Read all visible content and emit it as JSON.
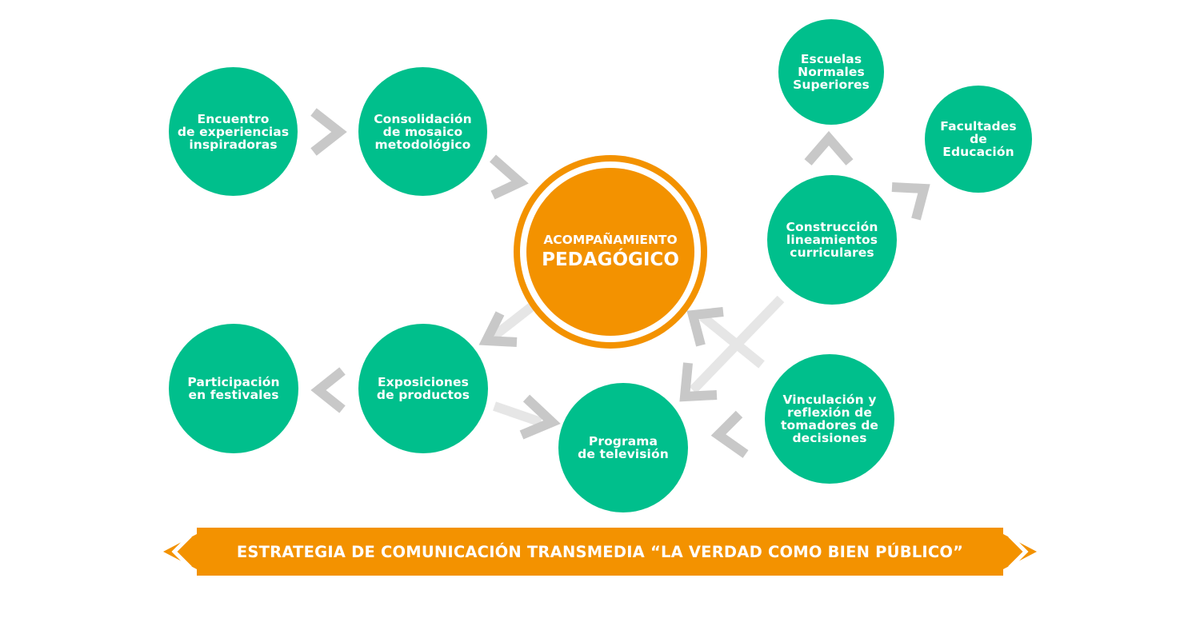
{
  "colors": {
    "node_fill": "#00BF8C",
    "center_fill": "#F39200",
    "banner_fill": "#F39200",
    "arrow_gray": "#C8C8C8",
    "arrow_light": "#E6E6E6",
    "text": "#FFFFFF"
  },
  "center": {
    "line1": "ACOMPAÑAMIENTO",
    "line2": "PEDAGÓGICO"
  },
  "nodes": {
    "encuentro": "Encuentro\nde experiencias\ninspiradoras",
    "consolidacion": "Consolidación\nde mosaico\nmetodológico",
    "escuelas": "Escuelas\nNormales\nSuperiores",
    "facultades": "Facultades\nde\nEducación",
    "construccion": "Construcción\nlineamientos\ncurriculares",
    "participacion": "Participación\nen festivales",
    "exposiciones": "Exposiciones\nde productos",
    "programa": "Programa\nde televisión",
    "vinculacion": "Vinculación y\nreflexión de\ntomadores de\ndecisiones"
  },
  "banner": {
    "text": "ESTRATEGIA DE COMUNICACIÓN TRANSMEDIA “LA VERDAD COMO BIEN PÚBLICO”"
  }
}
